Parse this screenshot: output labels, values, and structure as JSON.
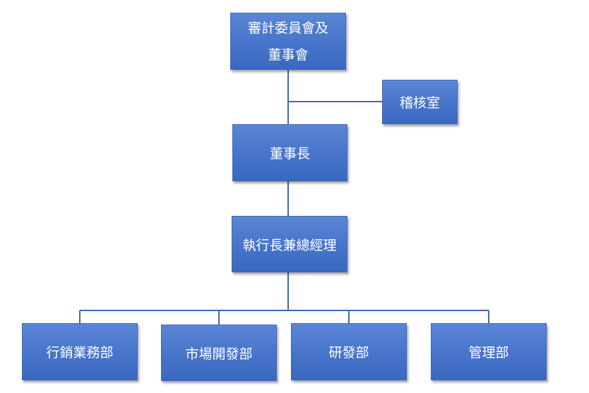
{
  "org_chart": {
    "audit_committee_board": {
      "line1": "審計委員會及",
      "line2": "董事會"
    },
    "audit_office": "稽核室",
    "chairman": "董事長",
    "ceo_gm": "執行長兼總經理",
    "departments": [
      "行銷業務部",
      "市場開發部",
      "研發部",
      "管理部"
    ]
  },
  "colors": {
    "box": "#4a77cc",
    "line": "#3d69b8",
    "text": "#ffffff"
  }
}
